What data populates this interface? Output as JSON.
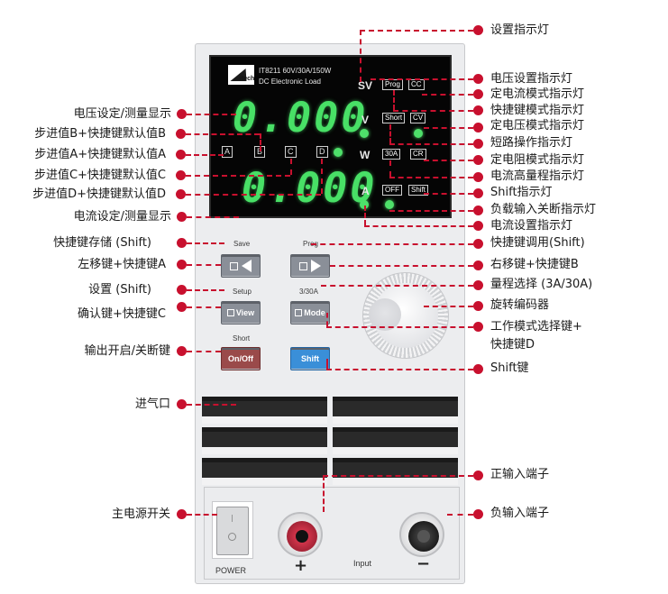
{
  "device": {
    "model_line": "IT8211  60V/30A/150W",
    "sub_line": "DC Electronic Load",
    "logo_text": "itech",
    "voltage_reading": "0.000",
    "current_reading": "0.000",
    "step_keys": [
      "A",
      "B",
      "C",
      "D"
    ],
    "unit_sv": "SV",
    "unit_v": "V",
    "unit_w": "W",
    "unit_a": "A",
    "indicators": {
      "prog": "Prog",
      "cc": "CC",
      "short": "Short",
      "cv": "CV",
      "range_30a": "30A",
      "cr": "CR",
      "off": "OFF",
      "shift": "Shift"
    },
    "buttons": {
      "save_label": "Save",
      "prog_label": "Prog",
      "setup_label": "Setup",
      "range_label": "3/30A",
      "view": "View",
      "mode": "Mode",
      "short_label": "Short",
      "onoff": "On/Off",
      "shift": "Shift"
    },
    "power_label": "POWER",
    "input_label": "Input",
    "plus": "+",
    "minus": "−"
  },
  "callouts_left": {
    "voltage_display": "电压设定/测量显示",
    "step_b": "步进值B+快捷键默认值B",
    "step_a": "步进值A+快捷键默认值A",
    "step_c": "步进值C+快捷键默认值C",
    "step_d": "步进值D+快捷键默认值D",
    "current_display": "电流设定/测量显示",
    "save_shift": "快捷键存储 (Shift)",
    "left_key": "左移键+快捷键A",
    "setup_shift": "设置 (Shift)",
    "confirm_key": "确认键+快捷键C",
    "output_onoff": "输出开启/关断键",
    "air_inlet": "进气口",
    "main_power": "主电源开关"
  },
  "callouts_right": {
    "setting_indicator": "设置指示灯",
    "voltage_set_indicator": "电压设置指示灯",
    "cc_mode_indicator": "定电流模式指示灯",
    "shortcut_mode_indicator": "快捷键模式指示灯",
    "cv_indicator": "定电压模式指示灯",
    "short_indicator": "短路操作指示灯",
    "cr_indicator": "定电阻模式指示灯",
    "high_range_indicator": "电流高量程指示灯",
    "shift_indicator": "Shift指示灯",
    "load_off_indicator": "负载输入关断指示灯",
    "current_set_indicator": "电流设置指示灯",
    "prog_shift": "快捷键调用(Shift)",
    "right_key": "右移键+快捷键B",
    "range_select": "量程选择 (3A/30A)",
    "rotary_encoder": "旋转编码器",
    "mode_key_line1": "工作模式选择键+",
    "mode_key_line2": "快捷键D",
    "shift_key": "Shift键",
    "pos_terminal": "正输入端子",
    "neg_terminal": "负输入端子"
  }
}
